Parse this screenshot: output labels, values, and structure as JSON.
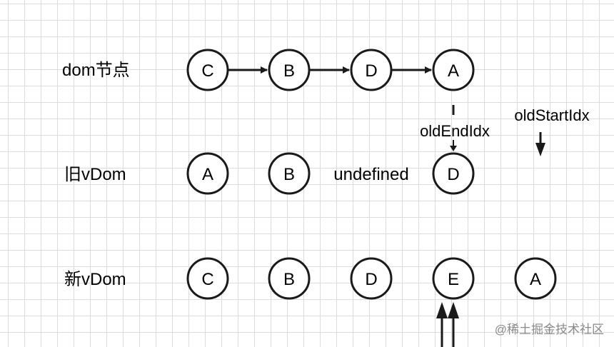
{
  "rows": {
    "dom": "dom节点",
    "old": "旧vDom",
    "new": "新vDom"
  },
  "dom_nodes": [
    "C",
    "B",
    "D",
    "A"
  ],
  "old_nodes": [
    "A",
    "B",
    "undefined",
    "D"
  ],
  "new_nodes": [
    "C",
    "B",
    "D",
    "E",
    "A"
  ],
  "pointers": {
    "old_end": "oldEndIdx",
    "old_start": "oldStartIdx"
  },
  "watermark": "@稀土掘金技术社区",
  "colors": {
    "stroke": "#1a1a1a",
    "grid": "#dcdcdc",
    "watermark": "#8a8a8a"
  }
}
